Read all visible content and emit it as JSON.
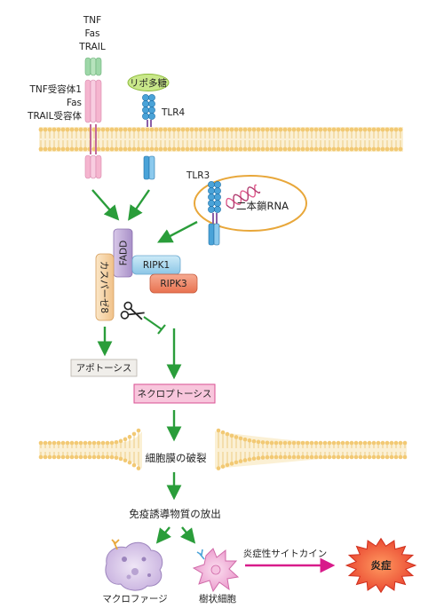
{
  "ligands": {
    "line1": "TNF",
    "line2": "Fas",
    "line3": "TRAIL"
  },
  "receptors": {
    "line1": "TNF受容体1",
    "line2": "Fas",
    "line3": "TRAIL受容体"
  },
  "lps": "リポ多糖",
  "tlr4": "TLR4",
  "tlr3": "TLR3",
  "dsrna": "二本鎖RNA",
  "fadd": "FADD",
  "ripk1": "RIPK1",
  "ripk3": "RIPK3",
  "caspase8": "カスパーゼ8",
  "apoptosis": "アポトーシス",
  "necroptosis": "ネクロプトーシス",
  "membrane_rupture": "細胞膜の破裂",
  "damp_release": "免疫誘導物質の放出",
  "macrophage": "マクロファージ",
  "dendritic_cell": "樹状細胞",
  "cytokines": "炎症性サイトカイン",
  "inflammation": "炎症",
  "colors": {
    "arrow_green": "#2a9d3a",
    "magenta": "#d81b8a",
    "membrane": "#f1d79a",
    "fadd": "#b9a0d0",
    "ripk1": "#a8d8f0",
    "ripk3": "#f08a6a",
    "caspase8": "#f6d3a2",
    "necro_box": "#f8c6dc",
    "inflammation": "#e63b2a"
  }
}
